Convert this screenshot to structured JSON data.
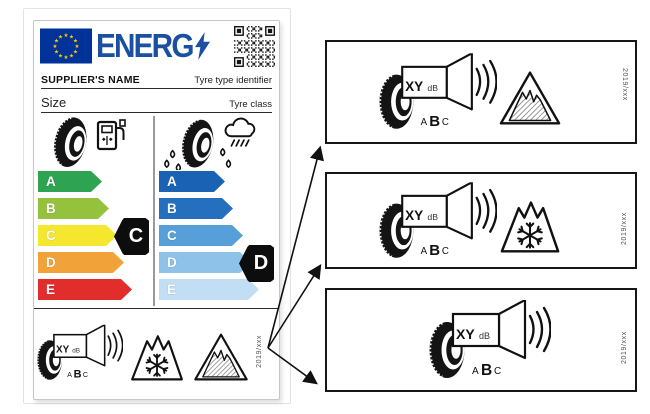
{
  "header": {
    "brand": "ENERG",
    "flag_icon": "eu-flag",
    "lightning_icon": "lightning-bolt",
    "qr_icon": "qr-code"
  },
  "rows": {
    "supplier": "SUPPLIER'S NAME",
    "type_id": "Tyre type identifier",
    "size": "Size",
    "tyre_class": "Tyre class"
  },
  "fuel_scale": {
    "icon": "tyre-with-fuel-pump",
    "grades": [
      {
        "letter": "A",
        "color": "#2ea351"
      },
      {
        "letter": "B",
        "color": "#95c23d"
      },
      {
        "letter": "C",
        "color": "#f5e72e"
      },
      {
        "letter": "D",
        "color": "#f1a33a"
      },
      {
        "letter": "E",
        "color": "#e22d2d"
      }
    ],
    "rating": "C"
  },
  "wet_scale": {
    "icon": "tyre-with-rain-cloud",
    "grades": [
      {
        "letter": "A",
        "color": "#1a63b4"
      },
      {
        "letter": "B",
        "color": "#2470bf"
      },
      {
        "letter": "C",
        "color": "#569fd8"
      },
      {
        "letter": "D",
        "color": "#8fc2e9"
      },
      {
        "letter": "E",
        "color": "#c2def5"
      }
    ],
    "rating": "D"
  },
  "noise": {
    "value": "XY",
    "unit": "dB",
    "class_a": "A",
    "class_b": "B",
    "class_c": "C"
  },
  "regulation": "2019/xxx",
  "pictograms": {
    "noise": "noise-speaker",
    "snow": "snow-grip-3pmsf",
    "ice": "ice-grip"
  },
  "callouts": [
    {
      "name": "noise-and-ice-grip",
      "regulation": "2019/xxx"
    },
    {
      "name": "noise-and-snow-grip",
      "regulation": "2019/xxx"
    },
    {
      "name": "noise-only",
      "regulation": "2019/xxx"
    }
  ],
  "colors": {
    "brand_blue": "#1b4fa0",
    "eu_flag_blue": "#003399",
    "eu_star_yellow": "#ffcc00",
    "pointer_black": "#0d0d0d",
    "line_black": "#111111"
  }
}
